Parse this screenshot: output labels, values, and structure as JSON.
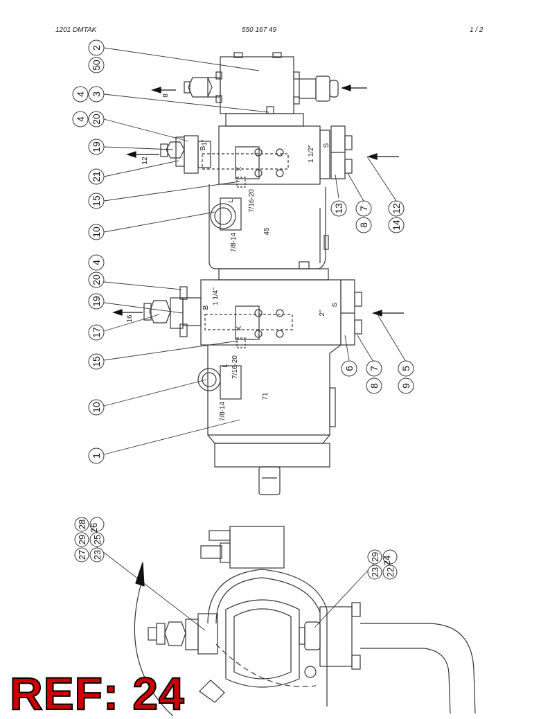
{
  "header": {
    "left": "1201 DMTAK",
    "center": "550 167 49",
    "right": "1 /  2"
  },
  "callouts_upper": [
    "50",
    "2",
    "4",
    "3",
    "4",
    "20",
    "19",
    "21",
    "15",
    "10",
    "13",
    "8",
    "7",
    "14",
    "12"
  ],
  "callouts_lower": [
    "4",
    "20",
    "19",
    "17",
    "15",
    "10",
    "1",
    "6",
    "8",
    "7",
    "9",
    "5"
  ],
  "callouts_end_view": [
    "27",
    "29",
    "28",
    "23",
    "25",
    "26",
    "23",
    "29",
    "22",
    "24"
  ],
  "part_labels": {
    "arrow_b_upper": "8",
    "arrow_b_mid": "12",
    "arrow_b_lower": "16",
    "port_b_upper": "B",
    "port_x_upper": "X",
    "port_l_upper": "L",
    "size_b_upper": "1\"",
    "size_s_upper": "1 1/2\"",
    "port_s_upper": "S",
    "thread_upper": "7/16-20",
    "thread_l_upper": "7/8-14",
    "disp_upper": "45",
    "port_b_lower": "B",
    "port_x_lower": "X",
    "port_l_lower": "L",
    "size_b_lower": "1 1/4\"",
    "size_s_lower": "2\"",
    "port_s_lower": "S",
    "thread_lower": "7/16-20",
    "thread_l_lower": "7/8-14",
    "disp_lower": "71"
  },
  "ref_label": "REF: 24"
}
